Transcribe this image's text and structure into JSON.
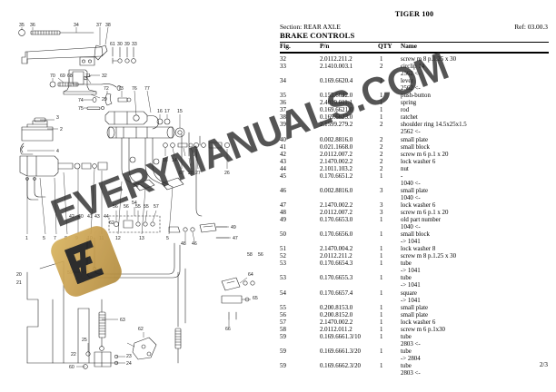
{
  "document": {
    "title": "TIGER 100",
    "section_label": "Section: REAR AXLE",
    "ref_label": "Ref: 03.00.3",
    "subsection": "BRAKE CONTROLS",
    "page_number": "2/3"
  },
  "table": {
    "headers": {
      "fig": "Fig.",
      "pn": "P/n",
      "qty": "QTY",
      "name": "Name"
    },
    "rows": [
      {
        "fig": "32",
        "pn": "2.0112.211.2",
        "qty": "1",
        "name": "screw m 8 p.1.25 x 30",
        "note": ""
      },
      {
        "fig": "33",
        "pn": "2.1410.003.1",
        "qty": "2",
        "name": "circlip 14",
        "note": "2562 <-"
      },
      {
        "fig": "34",
        "pn": "0.169.6620.4",
        "qty": "1",
        "name": "lever",
        "note": "2562 <-"
      },
      {
        "fig": "35",
        "pn": "0.155.6622.0",
        "qty": "1",
        "name": "push-button",
        "note": ""
      },
      {
        "fig": "36",
        "pn": "2.4019.011.1",
        "qty": "1",
        "name": "spring",
        "note": ""
      },
      {
        "fig": "37",
        "pn": "0.169.6621.0",
        "qty": "1",
        "name": "rod",
        "note": ""
      },
      {
        "fig": "38",
        "pn": "0.169.6623.0",
        "qty": "1",
        "name": "ratchet",
        "note": ""
      },
      {
        "fig": "39",
        "pn": "2.1599.279.2",
        "qty": "2",
        "name": "shoulder ring 14.5x25x1.5",
        "note": "2562 <-"
      },
      {
        "fig": "40",
        "pn": "0.002.8816.0",
        "qty": "2",
        "name": "small plate",
        "note": ""
      },
      {
        "fig": "41",
        "pn": "0.021.1668.0",
        "qty": "2",
        "name": "small block",
        "note": ""
      },
      {
        "fig": "42",
        "pn": "2.0112.007.2",
        "qty": "2",
        "name": "screw m 6 p.1 x 20",
        "note": ""
      },
      {
        "fig": "43",
        "pn": "2.1470.002.2",
        "qty": "2",
        "name": "lock washer 6",
        "note": ""
      },
      {
        "fig": "44",
        "pn": "2.1011.103.2",
        "qty": "2",
        "name": "nut",
        "note": ""
      },
      {
        "fig": "45",
        "pn": "0.170.6651.2",
        "qty": "1",
        "name": "-",
        "note": "1040 <-"
      },
      {
        "fig": "46",
        "pn": "0.002.8816.0",
        "qty": "3",
        "name": "small plate",
        "note": "1040 <-"
      },
      {
        "fig": "47",
        "pn": "2.1470.002.2",
        "qty": "3",
        "name": "lock washer 6",
        "note": ""
      },
      {
        "fig": "48",
        "pn": "2.0112.007.2",
        "qty": "3",
        "name": "screw m 6 p.1 x 20",
        "note": ""
      },
      {
        "fig": "49",
        "pn": "0.170.6653.0",
        "qty": "1",
        "name": "old part number",
        "note": "1040 <-"
      },
      {
        "fig": "50",
        "pn": "0.170.6656.0",
        "qty": "1",
        "name": "small block",
        "note": "-> 1041"
      },
      {
        "fig": "51",
        "pn": "2.1470.004.2",
        "qty": "1",
        "name": "lock washer 8",
        "note": ""
      },
      {
        "fig": "52",
        "pn": "2.0112.211.2",
        "qty": "1",
        "name": "screw m 8 p.1.25 x 30",
        "note": ""
      },
      {
        "fig": "53",
        "pn": "0.170.6654.3",
        "qty": "1",
        "name": "tube",
        "note": "-> 1041"
      },
      {
        "fig": "53",
        "pn": "0.170.6655.3",
        "qty": "1",
        "name": "tube",
        "note": "-> 1041"
      },
      {
        "fig": "54",
        "pn": "0.170.6657.4",
        "qty": "1",
        "name": "square",
        "note": "-> 1041"
      },
      {
        "fig": "55",
        "pn": "0.200.8153.0",
        "qty": "1",
        "name": "small plate",
        "note": ""
      },
      {
        "fig": "56",
        "pn": "0.200.8152.0",
        "qty": "1",
        "name": "small plate",
        "note": ""
      },
      {
        "fig": "57",
        "pn": "2.1470.002.2",
        "qty": "1",
        "name": "lock washer 6",
        "note": ""
      },
      {
        "fig": "58",
        "pn": "2.0112.011.2",
        "qty": "1",
        "name": "screw m 6 p.1x30",
        "note": ""
      },
      {
        "fig": "59",
        "pn": "0.169.6661.3/10",
        "qty": "1",
        "name": "tube",
        "note": "2803 <-"
      },
      {
        "fig": "59",
        "pn": "0.169.6661.3/20",
        "qty": "1",
        "name": "tube",
        "note": "-> 2804"
      },
      {
        "fig": "59",
        "pn": "0.169.6662.3/20",
        "qty": "1",
        "name": "tube",
        "note": "2803 <-"
      }
    ]
  },
  "watermark": {
    "text": "EVERYMANUALS.COM",
    "badge_letter": "E"
  },
  "drawing": {
    "description": "Exploded technical diagram of brake controls: hand brake lever assembly, master cylinder, pedal group and brake linkage tubes",
    "callouts": [
      "1",
      "2",
      "3",
      "4",
      "5",
      "6",
      "7",
      "8",
      "9",
      "10",
      "11",
      "12",
      "13",
      "14",
      "15",
      "16",
      "17",
      "18",
      "19",
      "20",
      "21",
      "22",
      "23",
      "24",
      "25",
      "26",
      "27",
      "28",
      "29",
      "30",
      "31",
      "32",
      "33",
      "34",
      "35",
      "36",
      "37",
      "38",
      "39",
      "40",
      "41",
      "42",
      "43",
      "44",
      "45",
      "46",
      "47",
      "48",
      "49",
      "50",
      "51",
      "52",
      "53",
      "54",
      "55",
      "56",
      "57",
      "58",
      "59",
      "60",
      "61",
      "62",
      "63",
      "64",
      "65",
      "66",
      "67",
      "68",
      "69",
      "70",
      "71",
      "72",
      "73",
      "74",
      "75",
      "76",
      "77"
    ]
  }
}
